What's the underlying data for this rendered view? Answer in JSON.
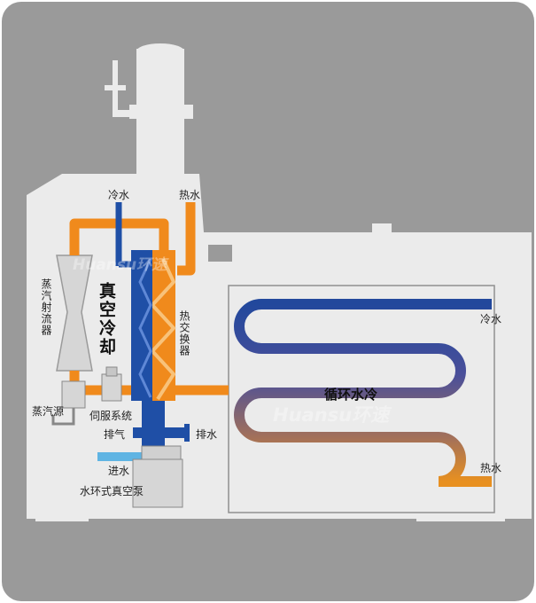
{
  "labels": {
    "cold_water_top": "冷水",
    "hot_water_top": "热水",
    "steam_ejector": "蒸汽射流器",
    "vacuum_cooling": "真空冷却",
    "heat_exchanger": "热交换器",
    "steam_source": "蒸汽源",
    "servo_system": "伺服系统",
    "exhaust": "排气",
    "drain": "排水",
    "water_inlet": "进水",
    "water_ring_pump": "水环式真空泵",
    "circulation_cooling": "循环水冷",
    "cold_water_right": "冷水",
    "hot_water_right": "热水"
  },
  "watermark": {
    "latin": "Huansu",
    "chinese": "环速"
  },
  "colors": {
    "background_panel": "#9a9a9a",
    "machine_body": "#ebebeb",
    "orange_pipe": "#f08a1c",
    "blue_pipe": "#1f4fa6",
    "light_blue_inlet": "#5fb4e3",
    "coil_cold": "#22489c",
    "coil_hot": "#e89020"
  }
}
